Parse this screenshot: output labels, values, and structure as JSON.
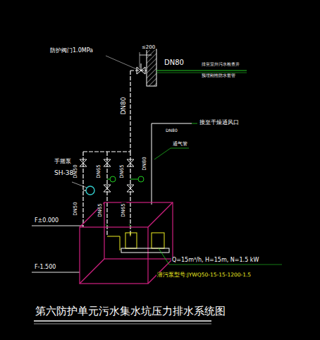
{
  "diagram": {
    "title": "第六防护单元污水集水坑压力排水系统图",
    "labels": [
      "防护阀门1.0MPa",
      "≤200",
      "DN80",
      "排至室外污水检查井",
      "预埋刚性防水套管",
      "DN80",
      "DN80",
      "接至干燥通风口",
      "通气管",
      "DN80",
      "手摇泵",
      "SH-38",
      "DN50",
      "DN65",
      "DN65",
      "DN50",
      "DN65",
      "DN65",
      "F±0.000",
      "F-1.500",
      "Q=15m³/h, H=15m, N=1.5 kW",
      "潜污泵型号:JYWQ50-15-15-1200-1.5"
    ]
  }
}
